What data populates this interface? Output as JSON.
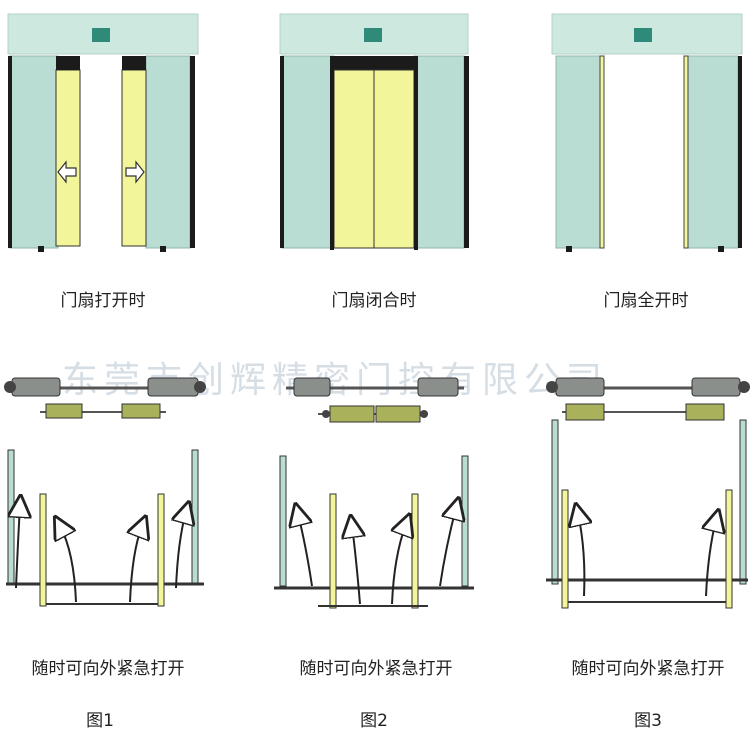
{
  "watermark": "东莞市创辉精密门控有限公司",
  "panels": [
    {
      "state_label": "门扇打开时",
      "caption": "随时可向外紧急打开",
      "figure": "图1"
    },
    {
      "state_label": "门扇闭合时",
      "caption": "随时可向外紧急打开",
      "figure": "图2"
    },
    {
      "state_label": "门扇全开时",
      "caption": "随时可向外紧急打开",
      "figure": "图3"
    }
  ],
  "colors": {
    "header": "#cde8df",
    "side_panel": "#b9ddd2",
    "leaf": "#f2f59a",
    "frame": "#1b1b1b",
    "sensor": "#2e8b7a",
    "track": "#666666"
  }
}
